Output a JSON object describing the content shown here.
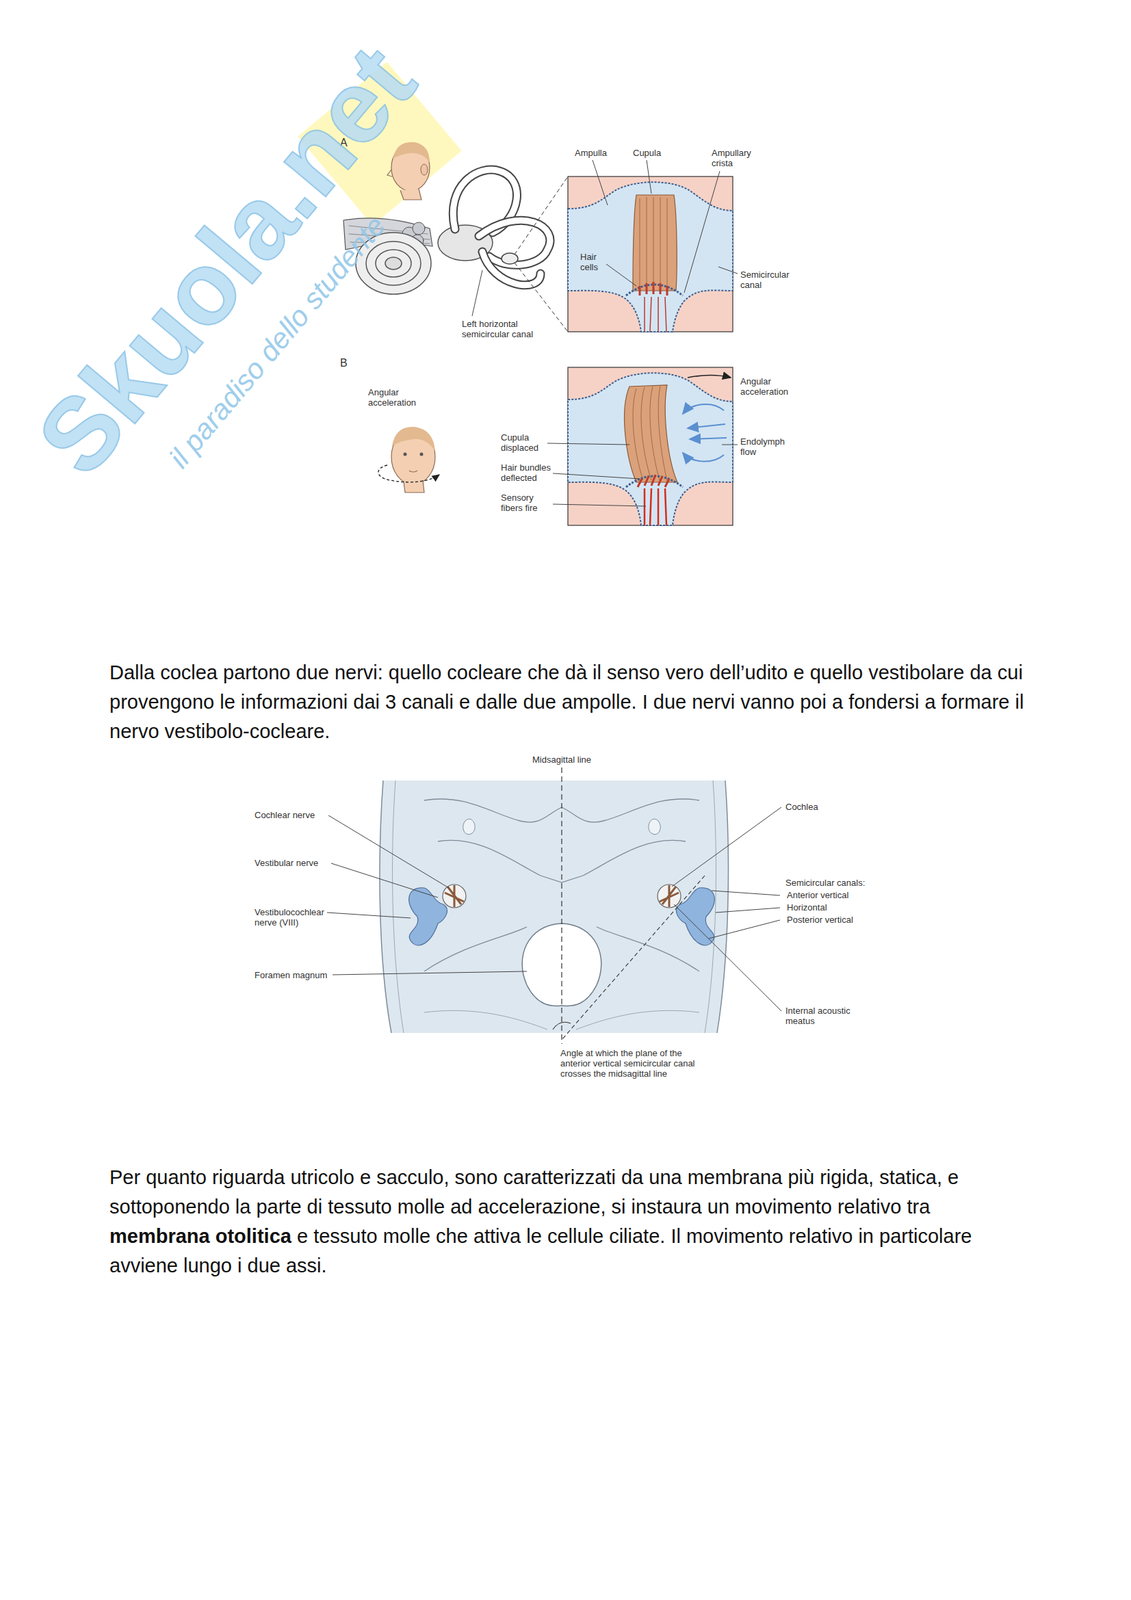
{
  "diagram": {
    "labels": [
      "A",
      "Ampulla",
      "Cupula",
      "Ampullary crista",
      "Hair cells",
      "Semicircular canal",
      "Left horizontal semicircular canal",
      "B",
      "Angular acceleration",
      "Angular acceleration",
      "Endolymph flow",
      "Cupula displaced",
      "Hair bundles deflected",
      "Sensory fibers fire",
      "Dalla coclea partono due nervi: quello cocleare che dà il senso vero dell’udito e quello vestibolare da cui provengono le informazioni dai 3 canali e dalle due ampolle. I due nervi vanno poi a fondersi a formare il nervo vestibolo-cocleare.",
      "Midsagittal line",
      "Cochlear nerve",
      "Vestibular nerve",
      "Vestibulocochlear nerve (VIII)",
      "Foramen magnum",
      "Cochlea",
      "Semicircular canals:",
      "Anterior vertical",
      "Horizontal",
      "Posterior vertical",
      "Internal acoustic meatus",
      "Angle at which the plane of the anterior vertical semicircular canal crosses the midsagittal line",
      "Per quanto riguarda utricolo e sacculo, sono caratterizzati da una membrana più rigida, statica, e sottoponendo la parte di tessuto molle ad accelerazione, si instaura un movimento relativo tra",
      "membrana otolitica",
      "e tessuto molle che attiva le cellule ciliate. Il movimento relativo in particolare avviene lungo i due assi.",
      "Skuola.net",
      "il paradiso dello studente"
    ]
  }
}
